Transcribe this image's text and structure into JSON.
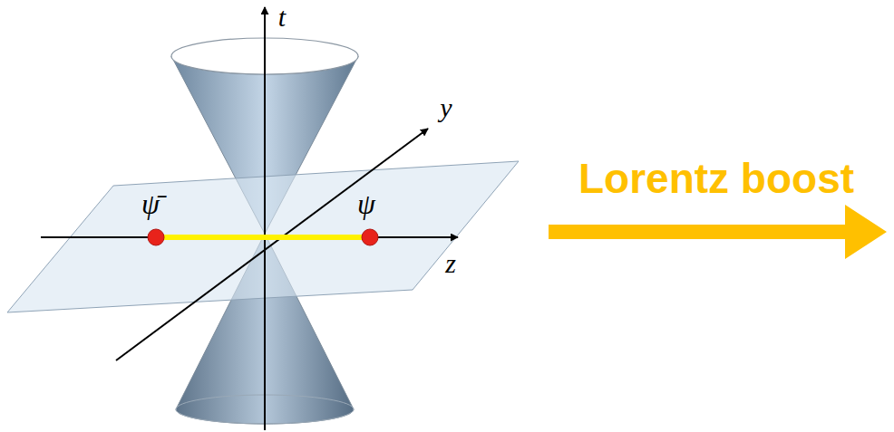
{
  "diagram": {
    "labels": [
      "t",
      "y",
      "ψ̄",
      "ψ",
      "z",
      "Lorentz boost"
    ]
  }
}
